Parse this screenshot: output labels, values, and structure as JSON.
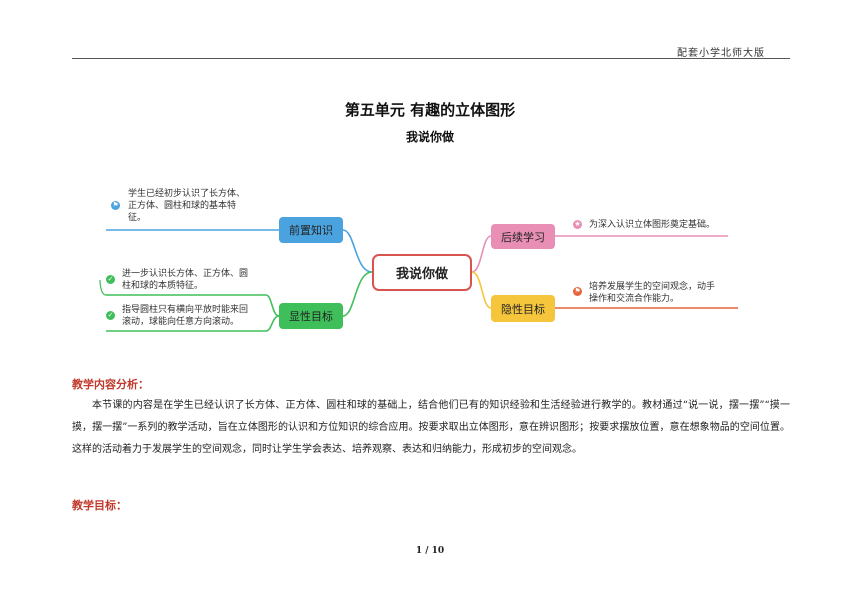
{
  "header": {
    "edition": "配套小学北师大版"
  },
  "doc": {
    "title": "第五单元 有趣的立体图形",
    "subtitle": "我说你做"
  },
  "mindmap": {
    "center": "我说你做",
    "left": [
      {
        "label": "前置知识",
        "color": "#4aa3df",
        "leaf_color": "#4aa3df",
        "leaves": [
          {
            "icon": "flag-icon",
            "lines": [
              "学生已经初步认识了长方体、",
              "正方体、圆柱和球的基本特",
              "征。"
            ]
          }
        ]
      },
      {
        "label": "显性目标",
        "color": "#3fbf5a",
        "leaf_color": "#3fbf5a",
        "leaves": [
          {
            "icon": "check-icon",
            "lines": [
              "进一步认识长方体、正方体、圆",
              "柱和球的本质特征。"
            ]
          },
          {
            "icon": "check-icon",
            "lines": [
              "指导圆柱只有横向平放时能来回",
              "滚动，球能向任意方向滚动。"
            ]
          }
        ]
      }
    ],
    "right": [
      {
        "label": "后续学习",
        "color": "#e98fb6",
        "leaf_color": "#e98fb6",
        "leaves": [
          {
            "icon": "star-icon",
            "lines": [
              "为深入认识立体图形奠定基础。"
            ]
          }
        ]
      },
      {
        "label": "隐性目标",
        "color": "#f5c53c",
        "leaf_color": "#e8643c",
        "leaves": [
          {
            "icon": "flag-icon",
            "lines": [
              "培养发展学生的空间观念，动手",
              "操作和交流合作能力。"
            ]
          }
        ]
      }
    ]
  },
  "analysis": {
    "heading": "教学内容分析：",
    "text": "本节课的内容是在学生已经认识了长方体、正方体、圆柱和球的基础上，结合他们已有的知识经验和生活经验进行教学的。教材通过“说一说，摆一摆”“摸一摸，摆一摆”一系列的教学活动，旨在立体图形的认识和方位知识的综合应用。按要求取出立体图形，意在辨识图形；按要求摆放位置，意在想象物品的空间位置。这样的活动着力于发展学生的空间观念，同时让学生学会表达、培养观察、表达和归纳能力，形成初步的空间观念。"
  },
  "goals": {
    "heading": "教学目标："
  },
  "footer": {
    "page": "1 / 10"
  }
}
